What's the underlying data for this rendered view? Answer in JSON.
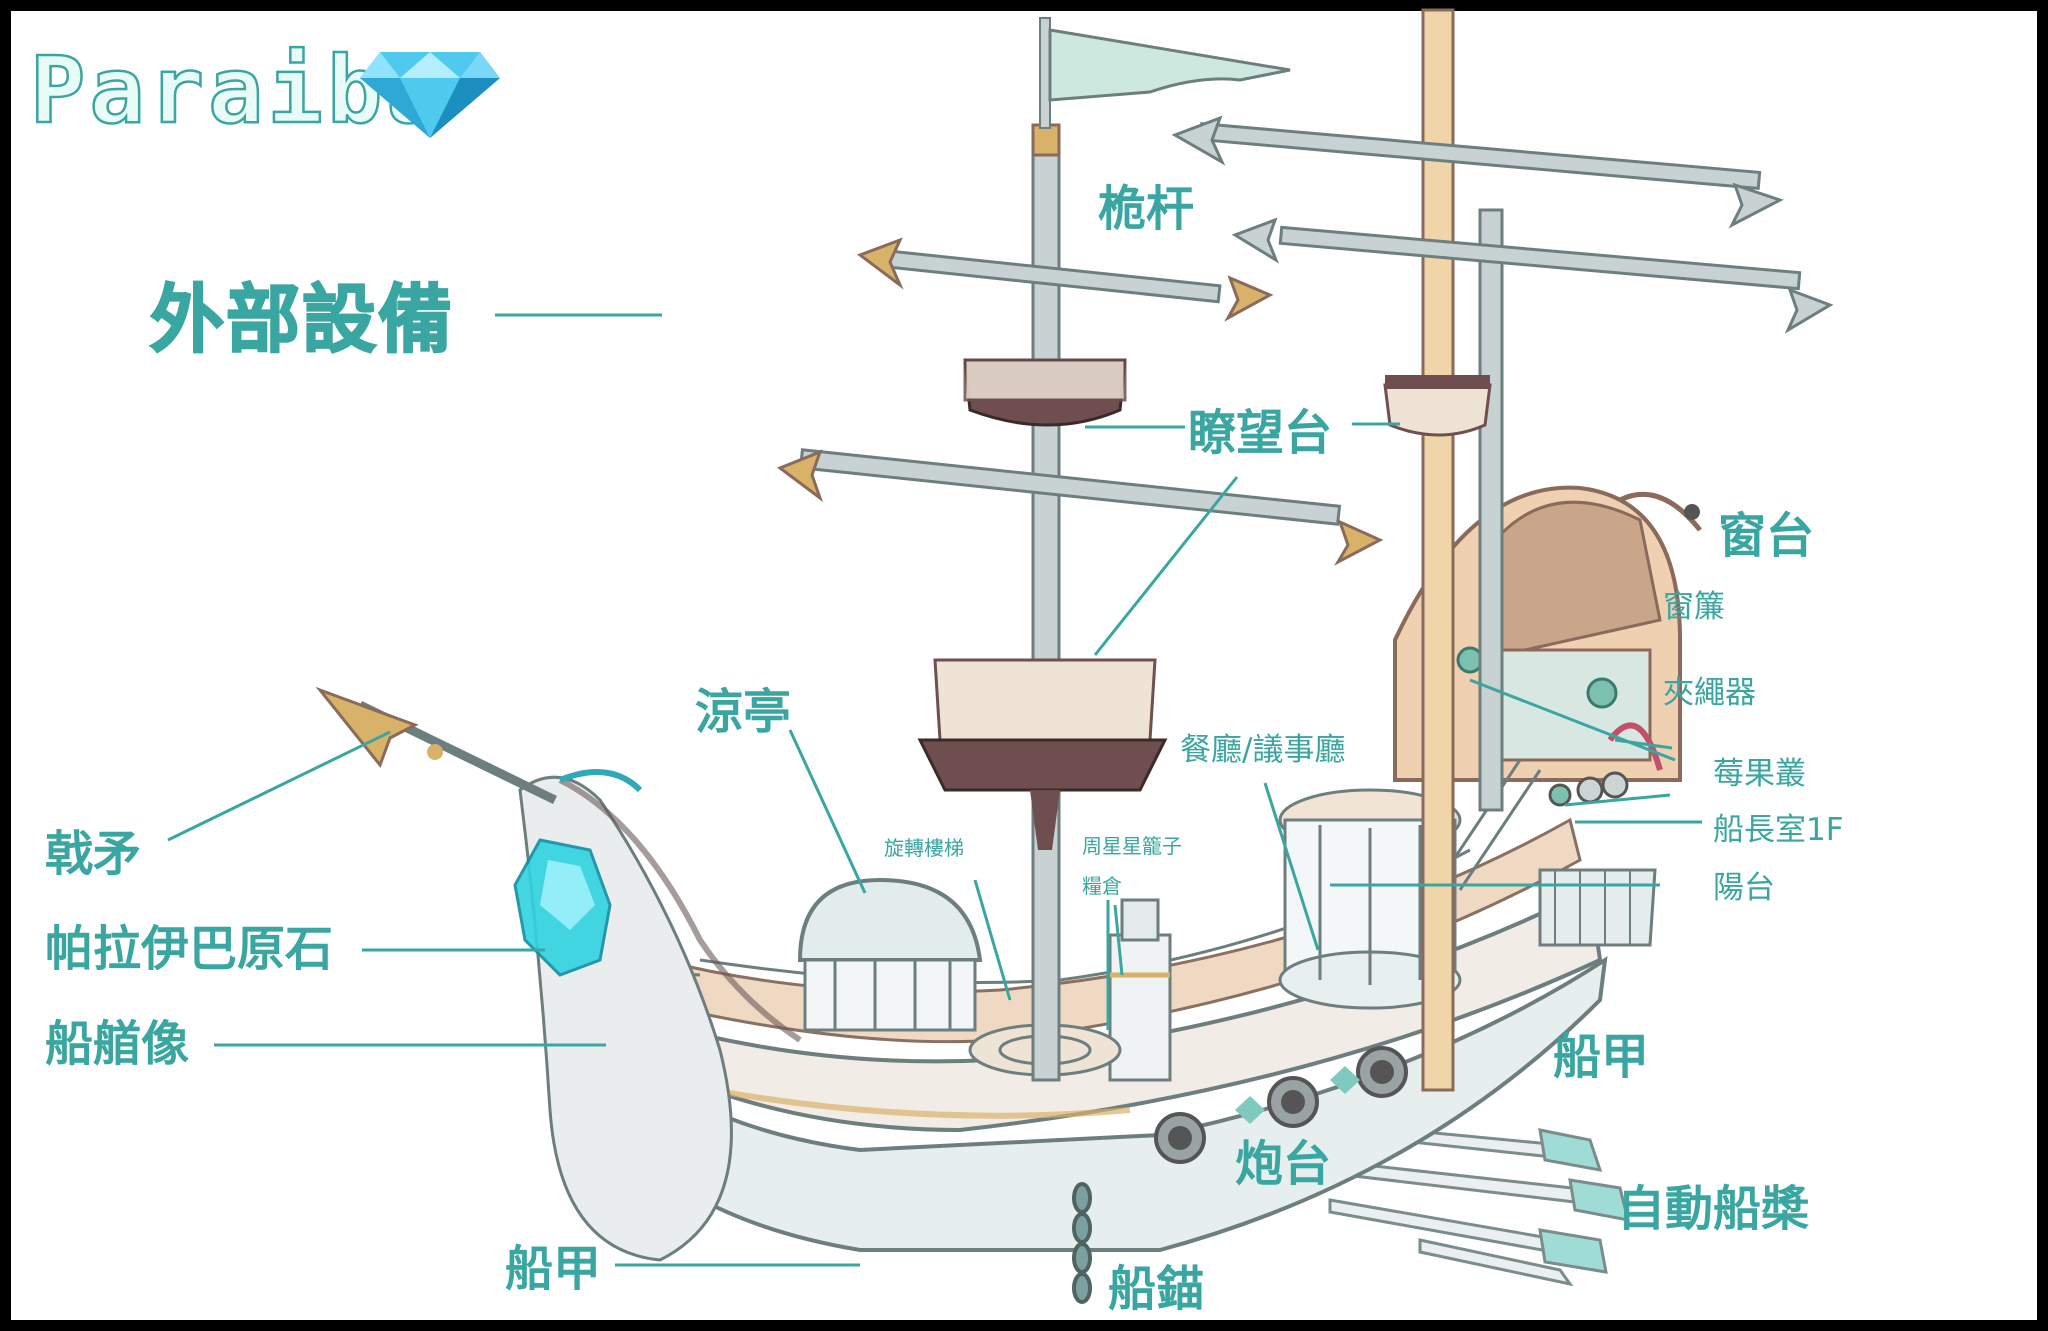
{
  "brand": {
    "name": "Paraiba",
    "icon": "diamond-icon"
  },
  "heading": "外部設備",
  "labels": {
    "yard": "桅杆",
    "lookout": "瞭望台",
    "window_platform": "窗台",
    "curtain": "窗簾",
    "rope_clip": "夾繩器",
    "berry_cluster": "莓果叢",
    "captain_room": "船長室1F",
    "balcony": "陽台",
    "dining_hall": "餐廳/議事廳",
    "pavilion": "涼亭",
    "spiral_stairs": "旋轉樓梯",
    "star_cage": "周星星籠子",
    "granary": "糧倉",
    "halberd": "戟矛",
    "paraiba_ore": "帕拉伊巴原石",
    "figurehead": "船艏像",
    "deck_right": "船甲",
    "cannon": "炮台",
    "oars": "自動船槳",
    "deck_bottom": "船甲",
    "anchor": "船錨"
  },
  "colors": {
    "accent": "#3aa6a2",
    "frame": "#000000",
    "gold": "#d9b26a",
    "wood": "#8a6a5a",
    "hull": "#cfd9d9",
    "gem": "#2fd3e0"
  }
}
